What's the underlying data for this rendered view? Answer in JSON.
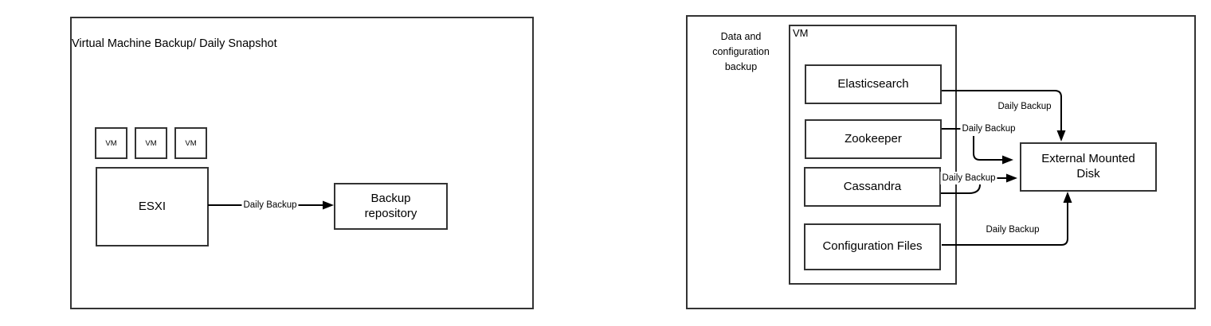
{
  "colors": {
    "canvas_bg": "#ffffff",
    "box_border": "#333333",
    "line": "#000000",
    "text": "#000000"
  },
  "left_panel": {
    "title": "Virtual Machine Backup/ Daily Snapshot",
    "vm_items": [
      "VM",
      "VM",
      "VM"
    ],
    "esxi_label": "ESXI",
    "backup_repository_label": "Backup repository",
    "edge": {
      "from": "ESXI",
      "to": "Backup repository",
      "label": "Daily Backup"
    }
  },
  "right_panel": {
    "caption": "Data and configuration backup",
    "vm_container_label": "VM",
    "services": [
      "Elasticsearch",
      "Zookeeper",
      "Cassandra",
      "Configuration Files"
    ],
    "disk_label": "External Mounted Disk",
    "edges": [
      {
        "from": "Elasticsearch",
        "to": "External Mounted Disk",
        "label": "Daily Backup"
      },
      {
        "from": "Zookeeper",
        "to": "External Mounted Disk",
        "label": "Daily Backup"
      },
      {
        "from": "Cassandra",
        "to": "External Mounted Disk",
        "label": "Daily Backup"
      },
      {
        "from": "Configuration Files",
        "to": "External Mounted Disk",
        "label": "Daily Backup"
      }
    ]
  }
}
